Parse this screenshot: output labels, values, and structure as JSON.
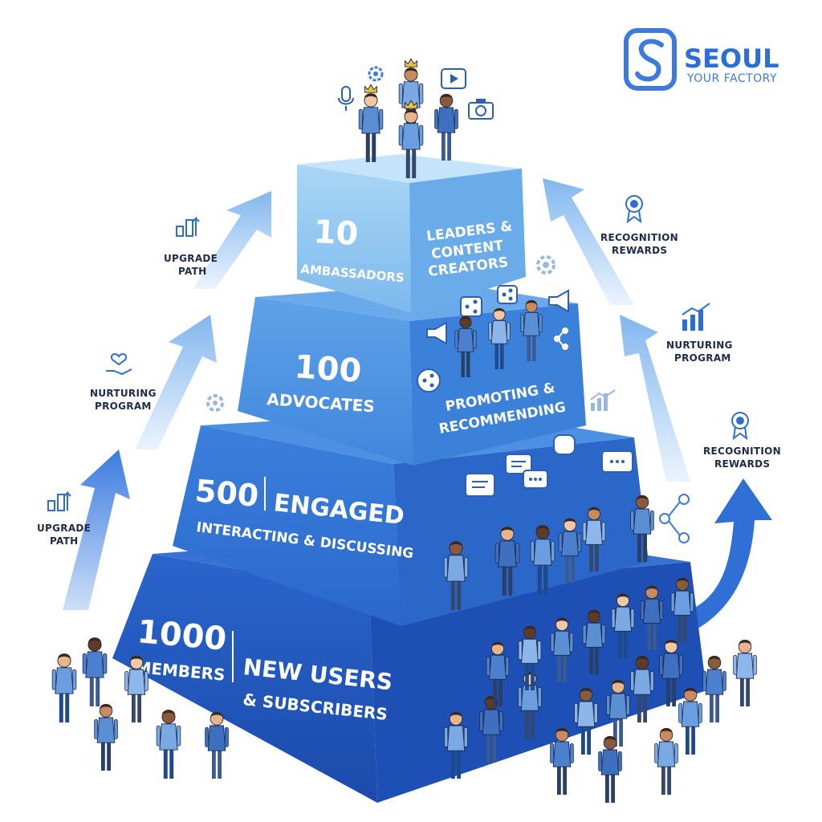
{
  "logo": {
    "title": "SEOUL",
    "subtitle": "YOUR FACTORY"
  },
  "tiers": [
    {
      "number": "10",
      "name": "AMBASSADORS",
      "desc_lines": [
        "LEADERS &",
        "CONTENT",
        "CREATORS"
      ]
    },
    {
      "number": "100",
      "name": "ADVOCATES",
      "desc_lines": [
        "PROMOTING &",
        "RECOMMENDING"
      ]
    },
    {
      "number": "500",
      "name": "ENGAGED",
      "desc_lines": [
        "INTERACTING & DISCUSSING"
      ]
    },
    {
      "number": "1000",
      "name": "MEMBERS",
      "desc_lines": [
        "NEW USERS",
        "& SUBSCRIBERS"
      ]
    }
  ],
  "side_labels": {
    "left_top": [
      "UPGRADE",
      "PATH"
    ],
    "left_mid": [
      "NURTURING",
      "PROGRAM"
    ],
    "left_bottom": [
      "UPGRADE",
      "PATH"
    ],
    "right_top": [
      "RECOGNITION",
      "REWARDS"
    ],
    "right_mid": [
      "NURTURING",
      "PROGRAM"
    ],
    "right_bottom": [
      "RECOGNITION",
      "REWARDS"
    ]
  },
  "colors": {
    "tier1": "#8ec8f2",
    "tier2": "#4f95e3",
    "tier3": "#3478d8",
    "tier4": "#2159c2",
    "arrow": "#3a7be0",
    "people": "#5b8fd4"
  }
}
